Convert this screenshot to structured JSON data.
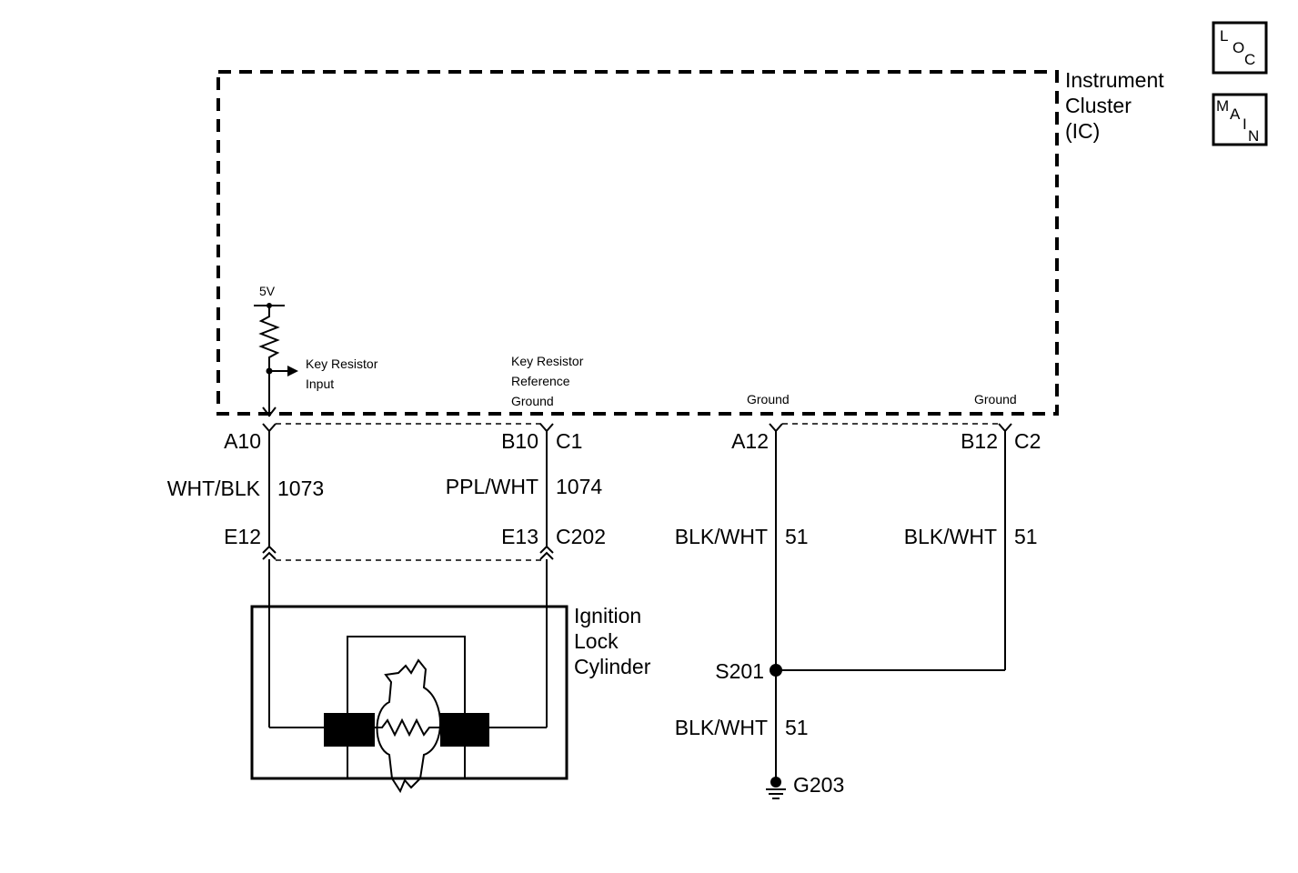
{
  "badges": {
    "loc": [
      "L",
      "O",
      "C"
    ],
    "main": [
      "M",
      "A",
      "I",
      "N"
    ]
  },
  "module": {
    "name_lines": [
      "Instrument",
      "Cluster",
      "(IC)"
    ]
  },
  "internal": {
    "supply": "5V",
    "key_input": [
      "Key Resistor",
      "Input"
    ],
    "ref_ground": [
      "Key Resistor",
      "Reference",
      "Ground"
    ],
    "ground1": "Ground",
    "ground2": "Ground"
  },
  "pins": {
    "p1": "A10",
    "p2": "B10",
    "p2_conn": "C1",
    "p3": "A12",
    "p4": "B12",
    "p4_conn": "C2"
  },
  "wires": {
    "w1_color": "WHT/BLK",
    "w1_circuit": "1073",
    "w2_color": "PPL/WHT",
    "w2_circuit": "1074",
    "w3_color": "BLK/WHT",
    "w3_circuit": "51",
    "w4_color": "BLK/WHT",
    "w4_circuit": "51",
    "w5_color": "BLK/WHT",
    "w5_circuit": "51"
  },
  "connector": {
    "pin1": "E12",
    "pin2": "E13",
    "name": "C202"
  },
  "component": {
    "name_lines": [
      "Ignition",
      "Lock",
      "Cylinder"
    ]
  },
  "splice": "S201",
  "ground_point": "G203"
}
